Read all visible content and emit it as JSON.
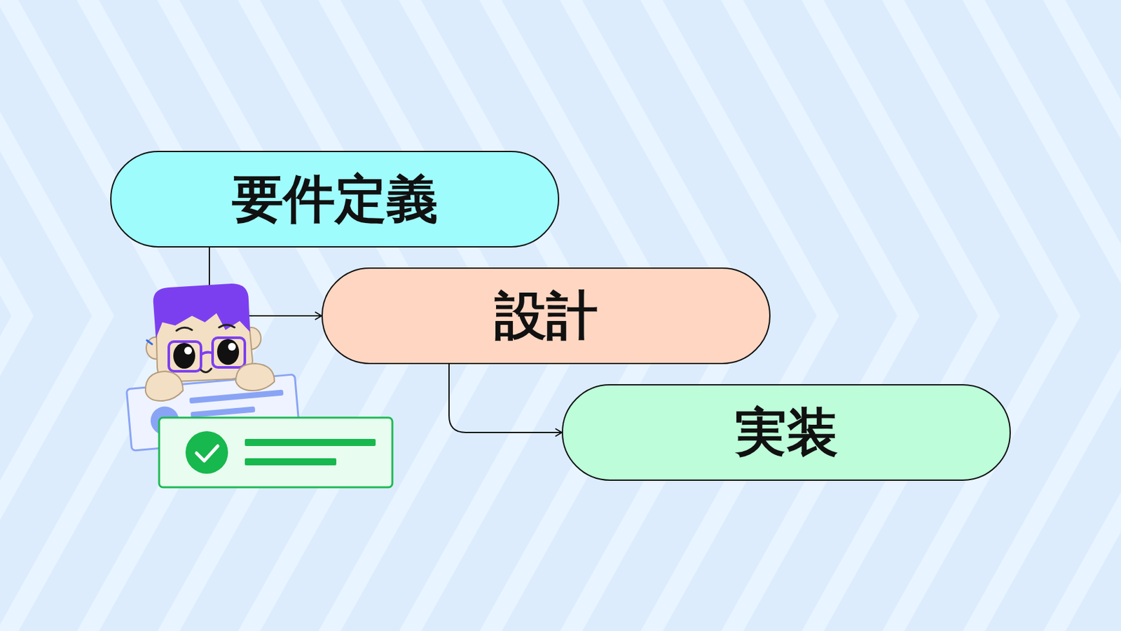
{
  "diagram": {
    "nodes": [
      {
        "text": [
          "要件定義"
        ]
      },
      {
        "text": [
          "設計"
        ]
      },
      {
        "text": [
          "実装"
        ]
      }
    ],
    "edges": [
      {
        "from": 0,
        "to": 1,
        "arrow": "to"
      },
      {
        "from": 1,
        "to": 2,
        "arrow": "to"
      }
    ]
  }
}
